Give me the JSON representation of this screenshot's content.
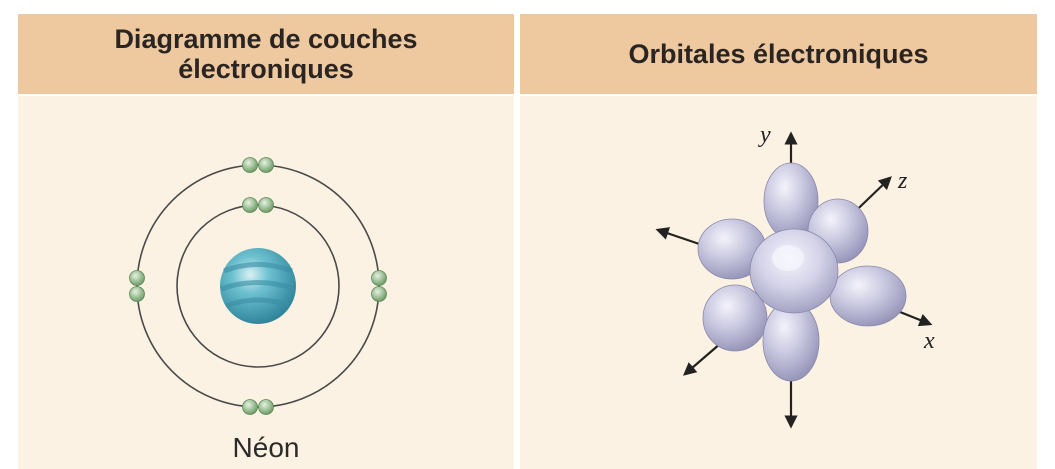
{
  "left_panel": {
    "title_line1": "Diagramme de couches",
    "title_line2": "électroniques",
    "caption": "Néon"
  },
  "right_panel": {
    "title": "Orbitales électroniques",
    "axes": {
      "y": "y",
      "z": "z",
      "x": "x"
    }
  },
  "colors": {
    "header_bg": "#eec9a0",
    "panel_bg": "#fcf2e3",
    "nucleus": "#4fa6b8",
    "electron": "#9cbf96",
    "orbital": "#c9c8e0"
  }
}
